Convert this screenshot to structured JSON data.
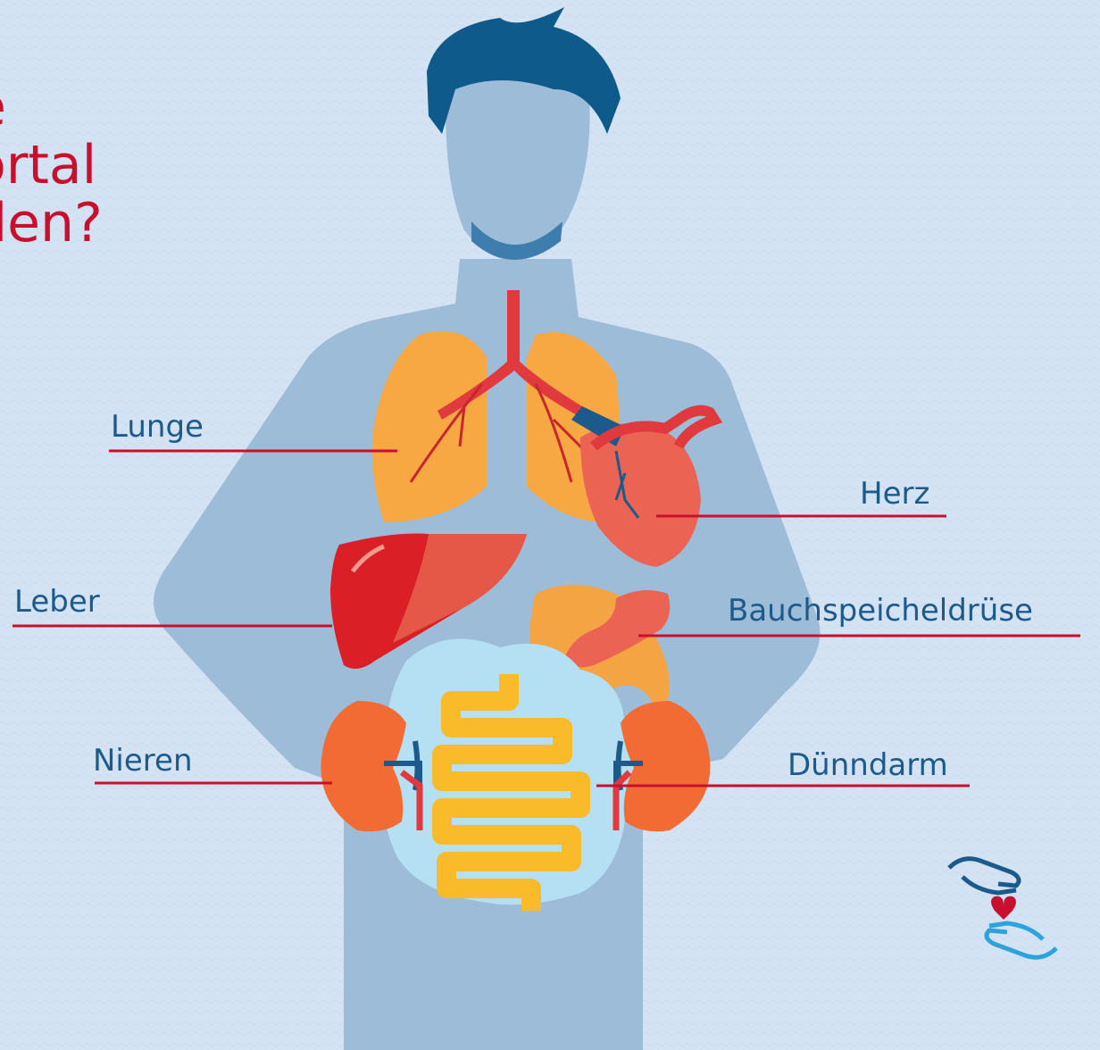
{
  "headline": {
    "lines": [
      "e",
      "ortal",
      "den?"
    ]
  },
  "labels": {
    "lunge": "Lunge",
    "herz": "Herz",
    "leber": "Leber",
    "bauchspeicheldruese": "Bauchspeicheldrüse",
    "nieren": "Nieren",
    "duenndarm": "Dünndarm"
  },
  "colors": {
    "background": "#d4e3f3",
    "body": "#9dbcd8",
    "hair": "#0e5a8a",
    "lungs": "#f8a843",
    "heart": "#ea6353",
    "liver": "#da1f26",
    "pancreas": "#f5a443",
    "kidneys": "#f26b35",
    "intestine": "#f9bb29",
    "leader_lines": "#c8102e",
    "label_text": "#1d5a8c"
  },
  "icons": {
    "logo": "hands-heart-icon"
  }
}
